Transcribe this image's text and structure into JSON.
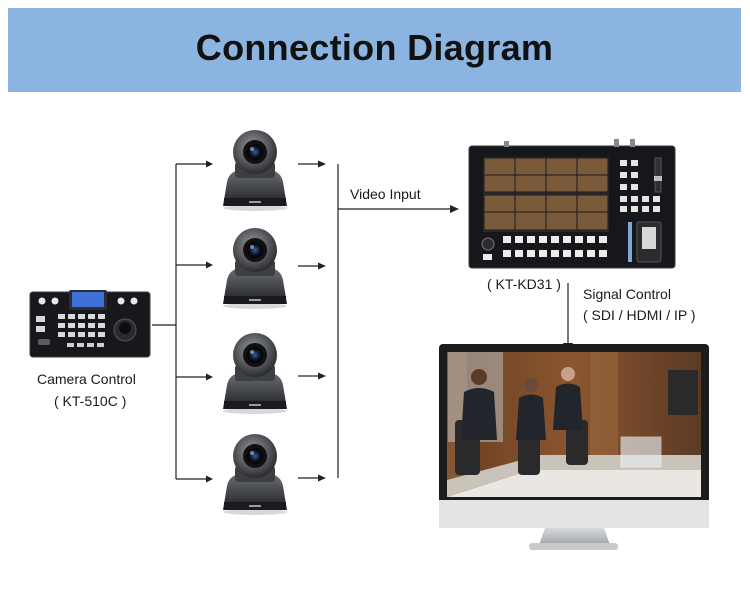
{
  "title": "Connection Diagram",
  "labels": {
    "video_input": "Video Input",
    "switcher_model": "( KT-KD31 )",
    "signal_control": "Signal Control",
    "signal_types": "( SDI / HDMI / IP )",
    "camera_control": "Camera Control",
    "controller_model": "( KT-510C )"
  },
  "colors": {
    "header_bg": "#8bb5e0",
    "line": "#222222"
  }
}
